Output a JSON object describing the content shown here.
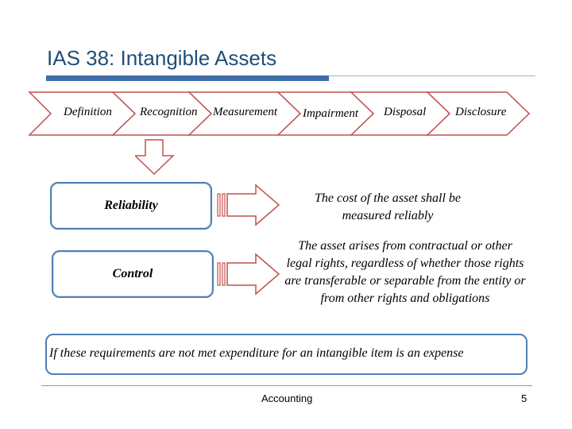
{
  "slide": {
    "title": "IAS 38: Intangible Assets",
    "footer_center": "Accounting",
    "page_number": "5"
  },
  "process_steps": [
    {
      "label": "Definition"
    },
    {
      "label": "Recognition"
    },
    {
      "label": "Measurement"
    },
    {
      "label": "Impairment"
    },
    {
      "label": "Disposal"
    },
    {
      "label": "Disclosure"
    }
  ],
  "criteria": [
    {
      "label": "Reliability",
      "description": "The cost of the asset shall be measured reliably"
    },
    {
      "label": "Control",
      "description": "The asset arises from contractual or other legal rights, regardless of whether those rights are transferable or separable from the entity or from other rights and obligations"
    }
  ],
  "conclusion": "If these requirements are not met  expenditure for an intangible item is an expense",
  "colors": {
    "title": "#1f4e79",
    "accent_bar": "#3f6ea6",
    "chevron_border": "#c0504d",
    "box_border": "#4f7fb5",
    "arrow_border": "#c0504d"
  },
  "icons": {
    "down_arrow": "down-block-arrow",
    "right_arrow": "striped-right-arrow"
  }
}
